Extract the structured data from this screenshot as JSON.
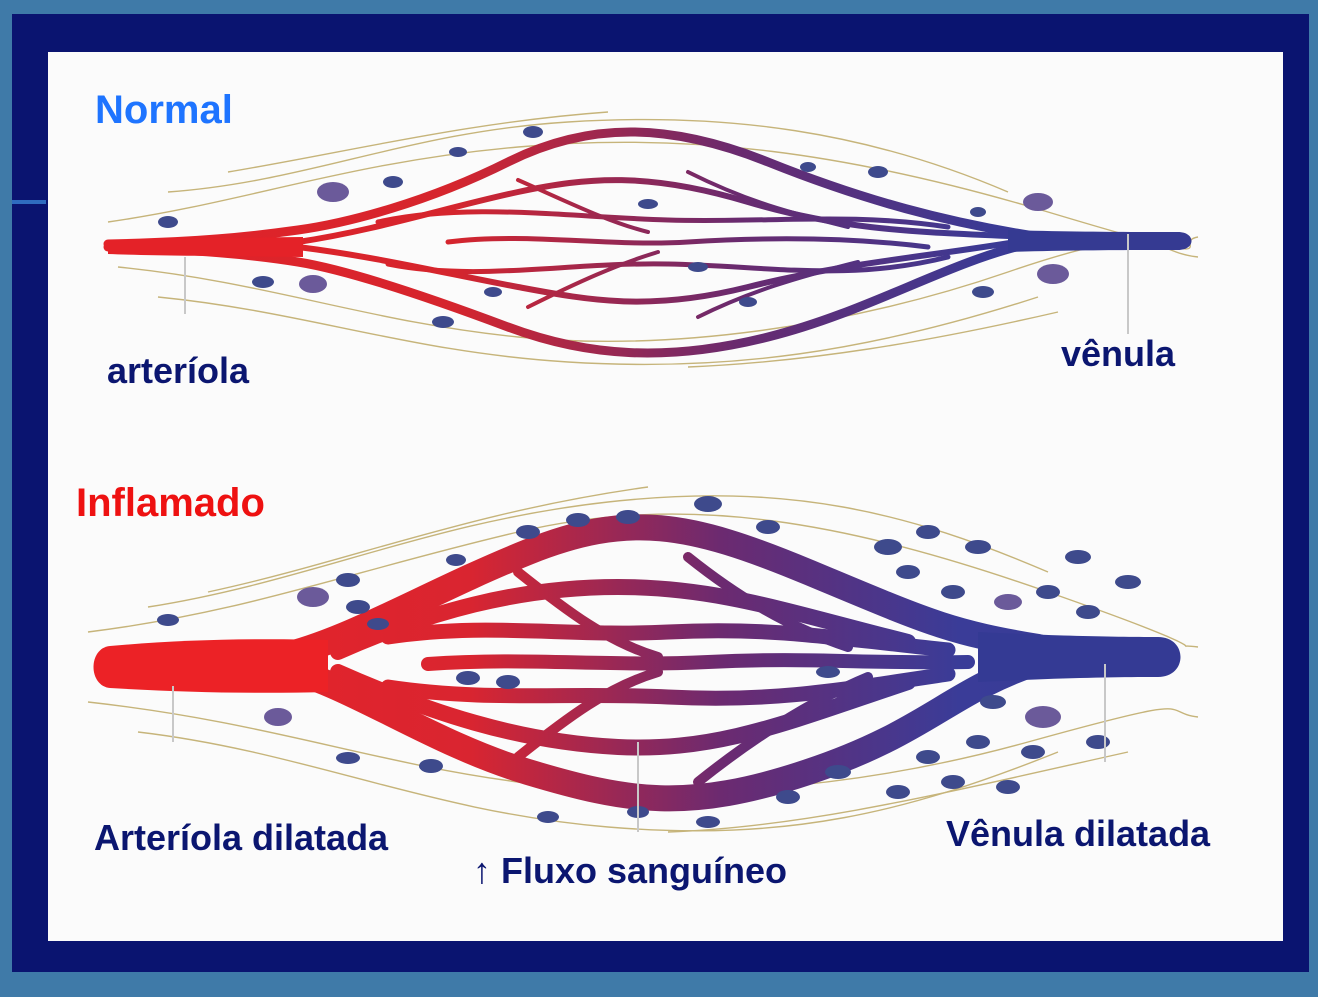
{
  "diagram": {
    "normal": {
      "title": "Normal",
      "arteriole_label": "arteríola",
      "venule_label": "vênula"
    },
    "inflamed": {
      "title": "Inflamado",
      "arteriole_label": "Arteríola dilatada",
      "venule_label": "Vênula dilatada",
      "flow_label": "↑ Fluxo sanguíneo"
    },
    "colors": {
      "normal_title": "#1e74ff",
      "inflamed_title": "#ee1111",
      "labels": "#0b1670",
      "arterial": "#e42228",
      "venous": "#3a3a95",
      "frame": "#0a1470",
      "background": "#3f7aa8"
    }
  }
}
